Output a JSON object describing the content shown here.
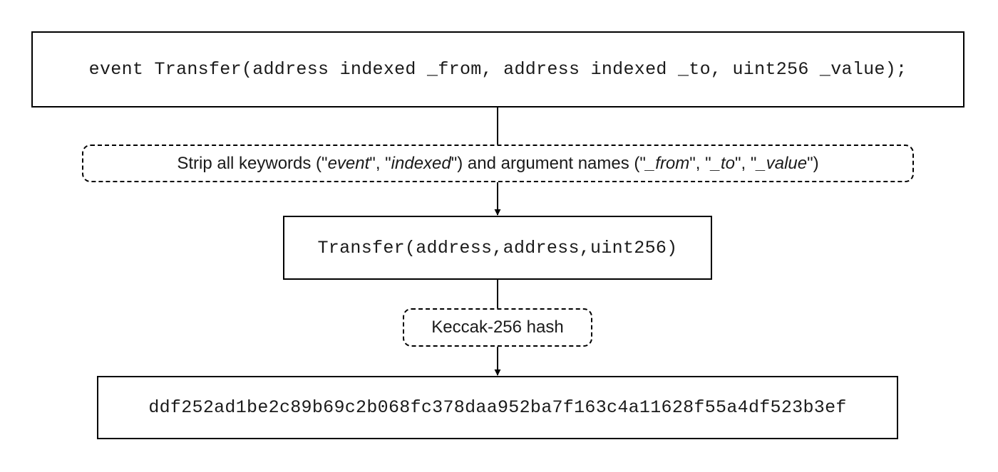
{
  "event_declaration": "event Transfer(address indexed _from, address indexed _to, uint256 _value);",
  "strip_step": {
    "parts": [
      {
        "text": "Strip all keywords (\"",
        "italic": false
      },
      {
        "text": "event",
        "italic": true
      },
      {
        "text": "\", \"",
        "italic": false
      },
      {
        "text": "indexed",
        "italic": true
      },
      {
        "text": "\") and argument names (\"",
        "italic": false
      },
      {
        "text": "_from",
        "italic": true
      },
      {
        "text": "\", \"",
        "italic": false
      },
      {
        "text": "_to",
        "italic": true
      },
      {
        "text": "\", \"",
        "italic": false
      },
      {
        "text": "_value",
        "italic": true
      },
      {
        "text": "\")",
        "italic": false
      }
    ]
  },
  "canonical_signature": "Transfer(address,address,uint256)",
  "hash_step": "Keccak-256 hash",
  "hash_result": "ddf252ad1be2c89b69c2b068fc378daa952ba7f163c4a11628f55a4df523b3ef"
}
